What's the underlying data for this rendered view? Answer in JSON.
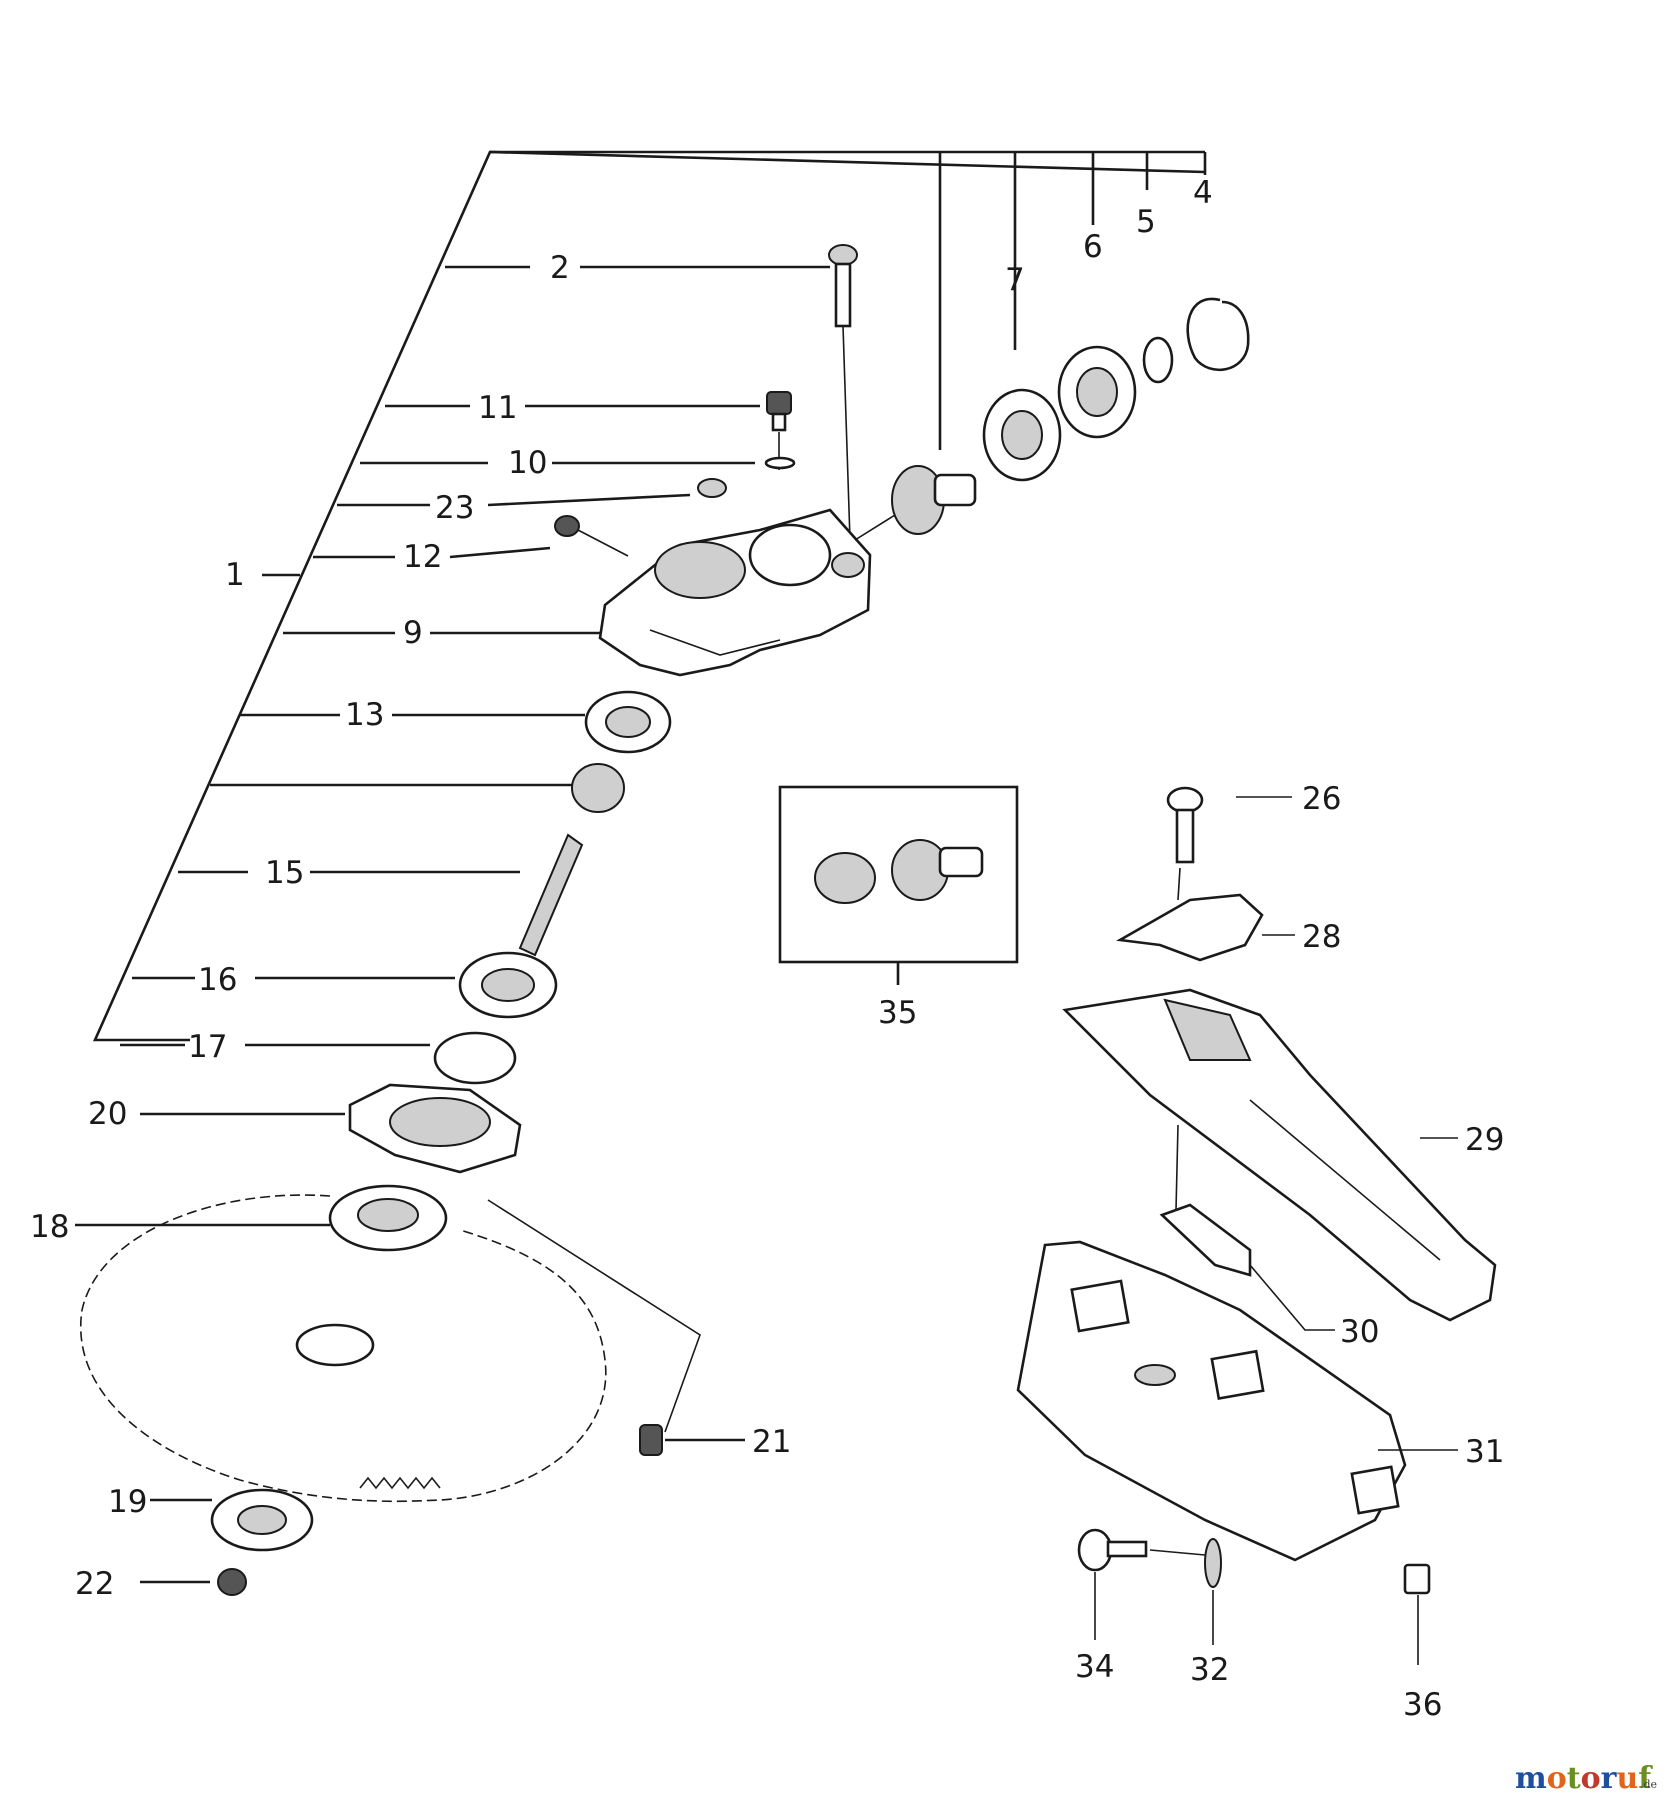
{
  "labels": {
    "p1": "1",
    "p2": "2",
    "p4": "4",
    "p5": "5",
    "p6": "6",
    "p7": "7",
    "p9": "9",
    "p10": "10",
    "p11": "11",
    "p12": "12",
    "p13": "13",
    "p15": "15",
    "p16": "16",
    "p17": "17",
    "p18": "18",
    "p19": "19",
    "p20": "20",
    "p21": "21",
    "p22": "22",
    "p23": "23",
    "p26": "26",
    "p28": "28",
    "p29": "29",
    "p30": "30",
    "p31": "31",
    "p32": "32",
    "p34": "34",
    "p35": "35",
    "p36": "36"
  },
  "watermark": {
    "letters": [
      "m",
      "o",
      "t",
      "o",
      "r",
      "u",
      "f"
    ],
    "colors": [
      "#1f4e9c",
      "#e0641a",
      "#6b8e23",
      "#c0392b",
      "#1f4e9c",
      "#e0641a",
      "#6b8e23"
    ],
    "suffix": ".de"
  }
}
